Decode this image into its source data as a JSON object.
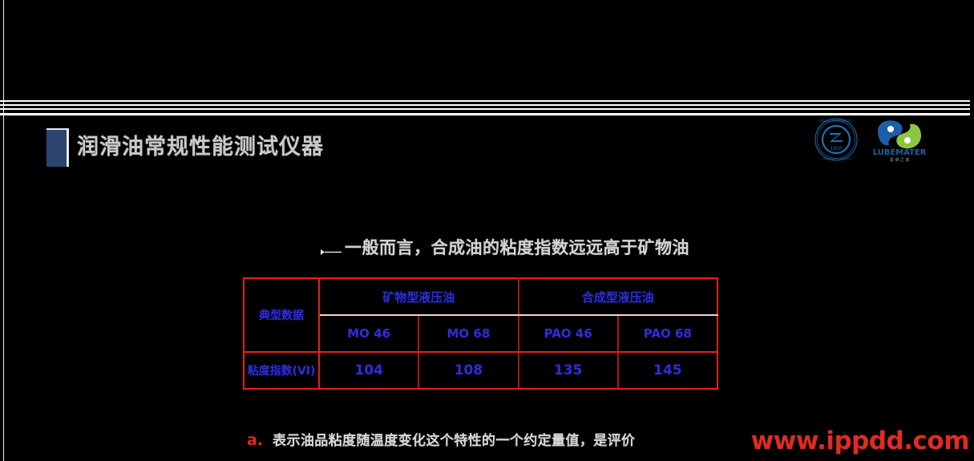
{
  "slide": {
    "title": "润滑油常规性能测试仪器",
    "lead_statement": "一般而言，合成油的粘度指数远远高于矿物油",
    "footnote_marker": "a.",
    "footnote_text": "表示油品粘度随温度变化这个特性的一个约定量值，是评价",
    "watermark": "www.ippdd.com"
  },
  "logos": {
    "seal": {
      "name": "university-seal-logo",
      "year": "1950",
      "monogram": "Z"
    },
    "brand": {
      "name": "lubemater-logo",
      "text": "LUBEMATER"
    }
  },
  "colors": {
    "background": "#000000",
    "title_bullet": "#2c4570",
    "table_border": "#ee1c1c",
    "table_inner_border": "#b01515",
    "table_text": "#2f2fc8",
    "watermark": "#e02b22",
    "footnote_marker": "#e22b21",
    "body_text": "#d2d2d2",
    "seal_blue": "#1b72b8",
    "brand_blue": "#1c5fa8",
    "brand_green": "#8cc63f"
  },
  "table": {
    "row_labels": [
      "典型数据",
      "粘度指数(VI)"
    ],
    "group_headers": [
      "矿物型液压油",
      "合成型液压油"
    ],
    "product_headers": [
      "MO 46",
      "MO 68",
      "PAO 46",
      "PAO 68"
    ],
    "vi_values": [
      "104",
      "108",
      "135",
      "145"
    ]
  }
}
